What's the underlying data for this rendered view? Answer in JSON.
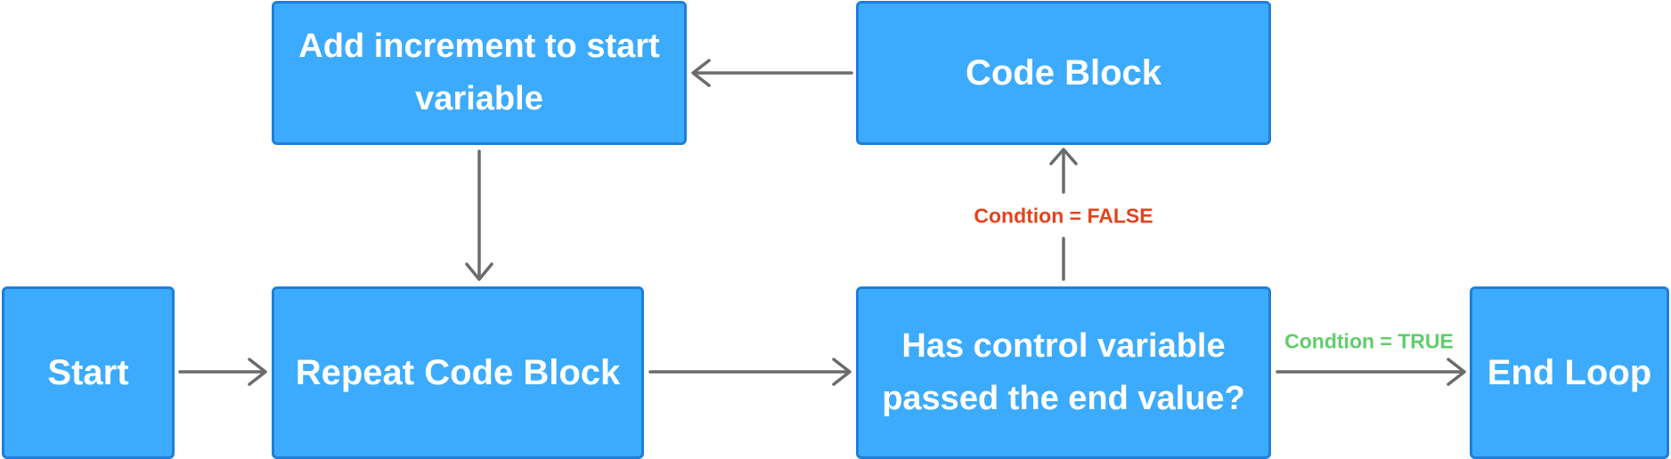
{
  "nodes": {
    "start": "Start",
    "repeat": "Repeat Code Block",
    "check": "Has control variable passed the end value?",
    "end": "End Loop",
    "increment": "Add increment to start variable",
    "code": "Code Block"
  },
  "edge_labels": {
    "false": "Condtion = FALSE",
    "true": "Condtion = TRUE"
  },
  "colors": {
    "node_fill": "#3dabfd",
    "node_border": "#1f7fd8",
    "arrow": "#6b6b6b",
    "false_label": "#e2441f",
    "true_label": "#5fce6a"
  }
}
